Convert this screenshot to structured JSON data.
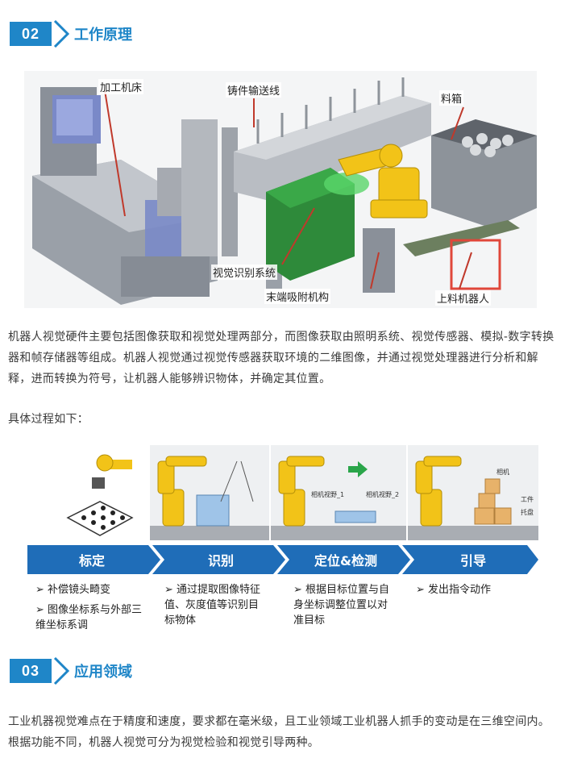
{
  "section1": {
    "number": "02",
    "title": "工作原理"
  },
  "figure1": {
    "labels": {
      "machine_tool": "加工机床",
      "conveyor": "铸件输送线",
      "bin": "料箱",
      "vision_system": "视觉识别系统",
      "end_effector": "末端吸附机构",
      "loading_robot": "上料机器人"
    }
  },
  "paragraph1": "机器人视觉硬件主要包括图像获取和视觉处理两部分，而图像获取由照明系统、视觉传感器、模拟-数字转换器和帧存储器等组成。机器人视觉通过视觉传感器获取环境的二维图像，并通过视觉处理器进行分析和解释，进而转换为符号，让机器人能够辨识物体，并确定其位置。",
  "paragraph2": "具体过程如下：",
  "figure2": {
    "small_labels": {
      "view1": "相机视野_1",
      "view2": "相机视野_2",
      "camera": "相机",
      "workpiece": "工件",
      "pallet": "托盘"
    },
    "steps": [
      {
        "title": "标定",
        "items": [
          "补偿镜头畸变",
          "图像坐标系与外部三维坐标系调"
        ]
      },
      {
        "title": "识别",
        "items": [
          "通过提取图像特征值、灰度值等识别目标物体"
        ]
      },
      {
        "title": "定位&检测",
        "items": [
          "根据目标位置与自身坐标调整位置以对准目标"
        ]
      },
      {
        "title": "引导",
        "items": [
          "发出指令动作"
        ]
      }
    ],
    "colors": {
      "bar": "#1f6db8",
      "robot": "#f2c318",
      "arrow": "#2aa54a"
    }
  },
  "section2": {
    "number": "03",
    "title": "应用领域"
  },
  "paragraph3": "工业机器视觉难点在于精度和速度，要求都在毫米级，且工业领域工业机器人抓手的变动是在三维空间内。根据功能不同，机器人视觉可分为视觉检验和视觉引导两种。"
}
